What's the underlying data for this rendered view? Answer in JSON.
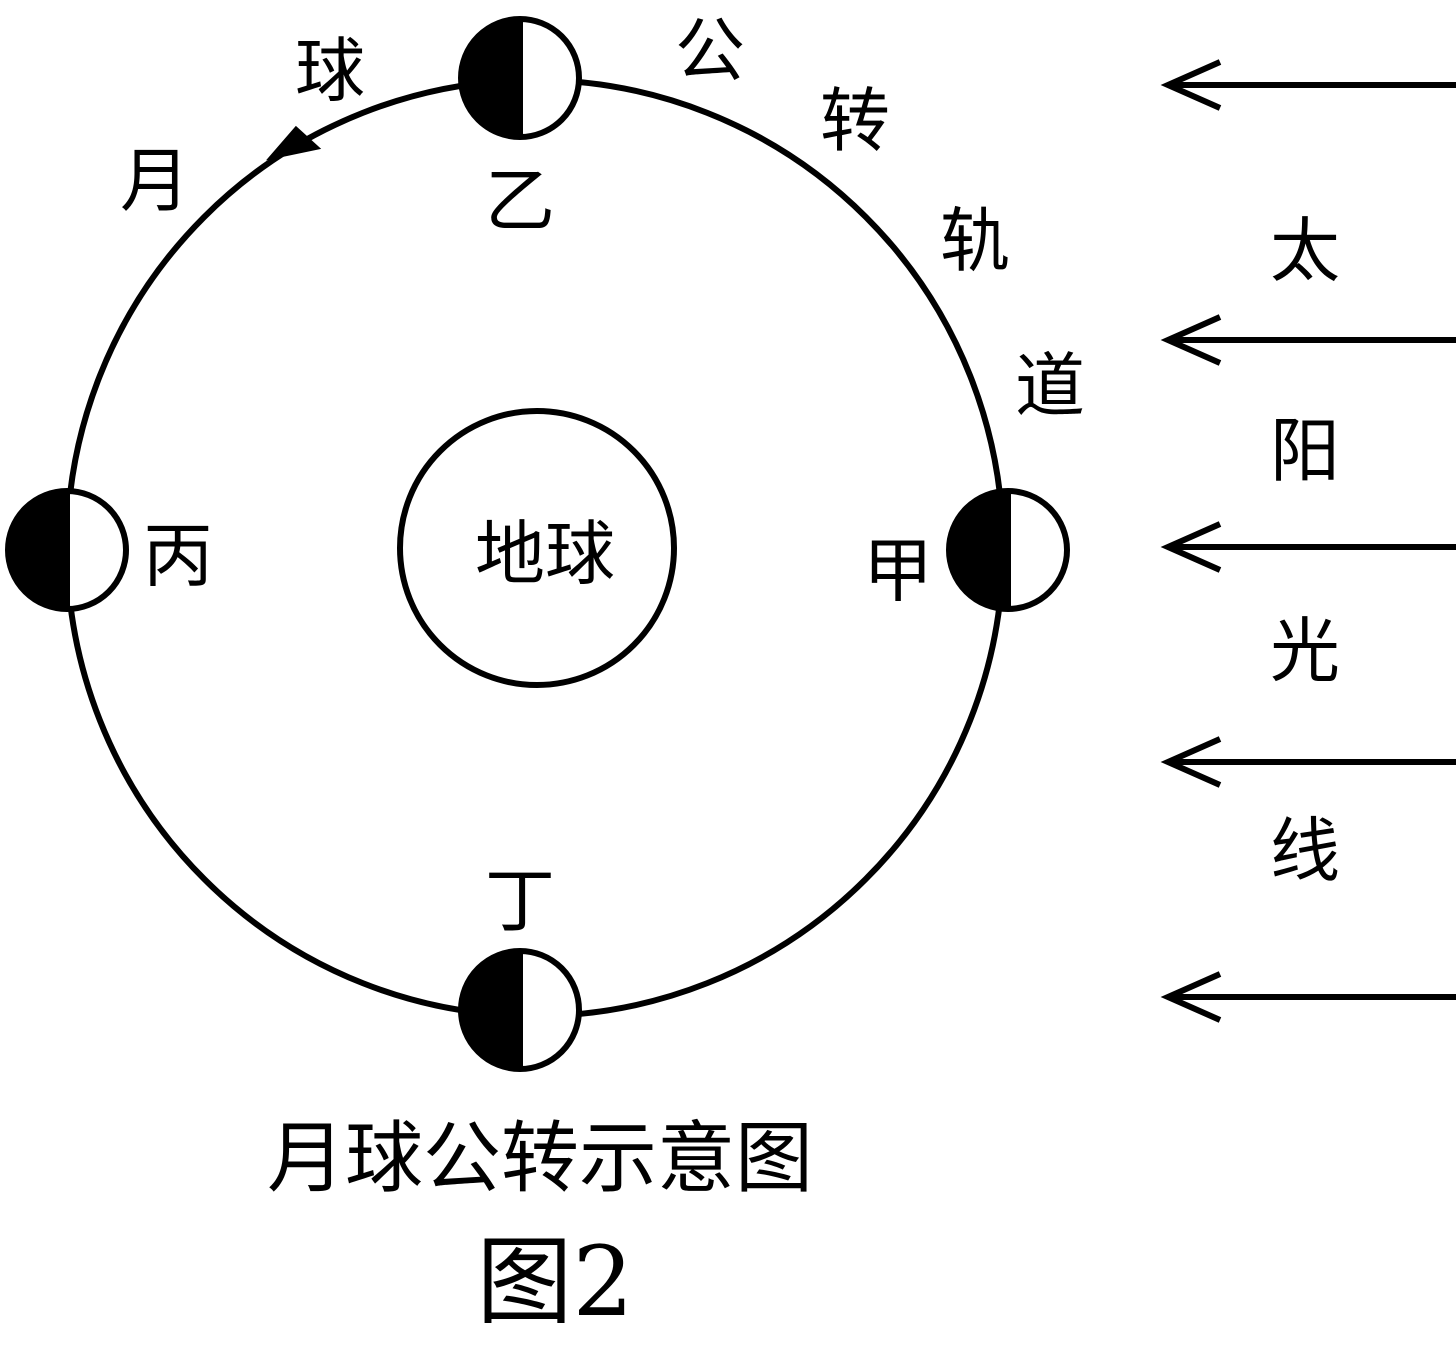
{
  "diagram": {
    "earth_label": "地球",
    "orbit_label_chars": [
      "月",
      "球",
      "公",
      "转",
      "轨",
      "道"
    ],
    "moon_positions": [
      {
        "id": "jia",
        "label": "甲"
      },
      {
        "id": "yi",
        "label": "乙"
      },
      {
        "id": "bing",
        "label": "丙"
      },
      {
        "id": "ding",
        "label": "丁"
      }
    ],
    "sunlight_label_chars": [
      "太",
      "阳",
      "光",
      "线"
    ],
    "caption": "月球公转示意图",
    "figure_number": "图2",
    "colors": {
      "ink": "#000000",
      "background": "#ffffff"
    }
  }
}
